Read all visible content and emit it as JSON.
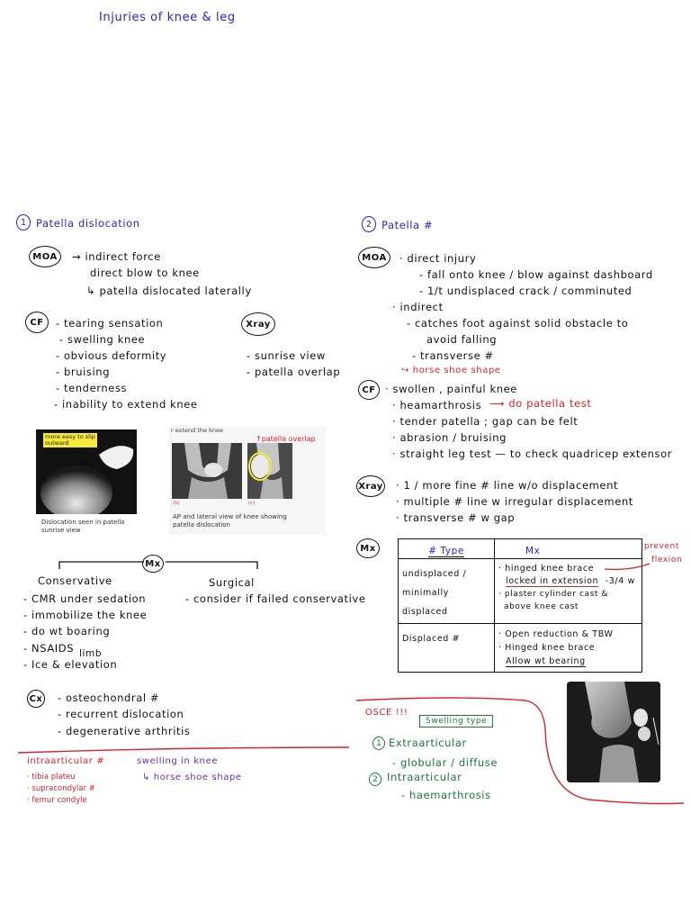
{
  "title": "Injuries of knee & leg",
  "left": {
    "heading_num": "1",
    "heading": "Patella dislocation",
    "moa_label": "MOA",
    "moa_lines": [
      "→ indirect force",
      "direct blow to knee",
      "↳ patella dislocated laterally"
    ],
    "cf_label": "CF",
    "cf_lines": [
      "- tearing sensation",
      "- swelling knee",
      "- obvious deformity",
      "- bruising",
      "- tenderness",
      "- inability to extend knee"
    ],
    "xray_label": "Xray",
    "xray_lines": [
      "- sunrise view",
      "- patella overlap"
    ],
    "img1_note": "more easy to slip outward",
    "img1_caption": "Dislocation seen in patella sunrise view",
    "img2_header": "r extend the knee",
    "img2_note": "patella overlap",
    "img2_caption": "AP and lateral view of knee showing patella dislocation",
    "img2_sub_a": "(b)",
    "img2_sub_b": "(c)",
    "mx_label": "Mx",
    "conservative_title": "Conservative",
    "conservative_lines": [
      "- CMR under sedation",
      "- immobilize the knee",
      "- do wt boaring",
      "- NSAIDS",
      "- Ice & elevation"
    ],
    "limb_note": "limb",
    "surgical_title": "Surgical",
    "surgical_lines": [
      "- consider if failed conservative"
    ],
    "cx_label": "Cx",
    "cx_lines": [
      "- osteochondral #",
      "- recurrent dislocation",
      "- degenerative arthritis"
    ],
    "intra_title": "intraarticular #",
    "intra_lines": [
      "· tibia plateu",
      "· supracondylar #",
      "· femur condyle"
    ],
    "swelling_title": "swelling in knee",
    "swelling_line": "↳ horse shoe shape"
  },
  "right": {
    "heading_num": "2",
    "heading": "Patella #",
    "moa_label": "MOA",
    "moa_lines": [
      "· direct injury",
      "- fall onto knee / blow against dashboard",
      "- 1/t undisplaced crack / comminuted",
      "· indirect",
      "- catches foot against solid obstacle to",
      "avoid falling",
      "- transverse #"
    ],
    "horse_shoe": "horse shoe shape",
    "cf_label": "CF",
    "cf_lines": [
      "· swollen , painful knee",
      "· heamarthrosis",
      "· tender patella ; gap can be felt",
      "· abrasion / bruising",
      "· straight leg test — to check quadricep extensor"
    ],
    "patella_test": "do patella test",
    "xray_label": "Xray",
    "xray_lines": [
      "· 1 / more fine # line w/o displacement",
      "· multiple # line w irregular displacement",
      "· transverse # w gap"
    ],
    "mx_label": "Mx",
    "table_headers": [
      "# Type",
      "Mx"
    ],
    "table_rows": [
      {
        "type": "undisplaced / minimally displaced",
        "mx": [
          "· hinged knee brace",
          "locked in extension",
          "· plaster cylinder cast &",
          "above knee cast"
        ]
      },
      {
        "type": "Displaced #",
        "mx": [
          "· Open reduction & TBW",
          "· Hinged knee brace",
          "Allow wt bearing"
        ]
      }
    ],
    "extension_note": "-3/4 w",
    "prevent_flexion": [
      "prevent",
      "flexion"
    ],
    "osce_title": "OSCE !!!",
    "swelling_type": "Swelling type",
    "osce_items": [
      {
        "num": "1",
        "label": "Extraarticular",
        "detail": "- globular / diffuse"
      },
      {
        "num": "2",
        "label": "Intraarticular",
        "detail": "- haemarthrosis"
      }
    ]
  },
  "colors": {
    "blue": "#2b1fd6",
    "red": "#e0202a",
    "green": "#1a7a3a",
    "purple": "#6a2db8"
  }
}
